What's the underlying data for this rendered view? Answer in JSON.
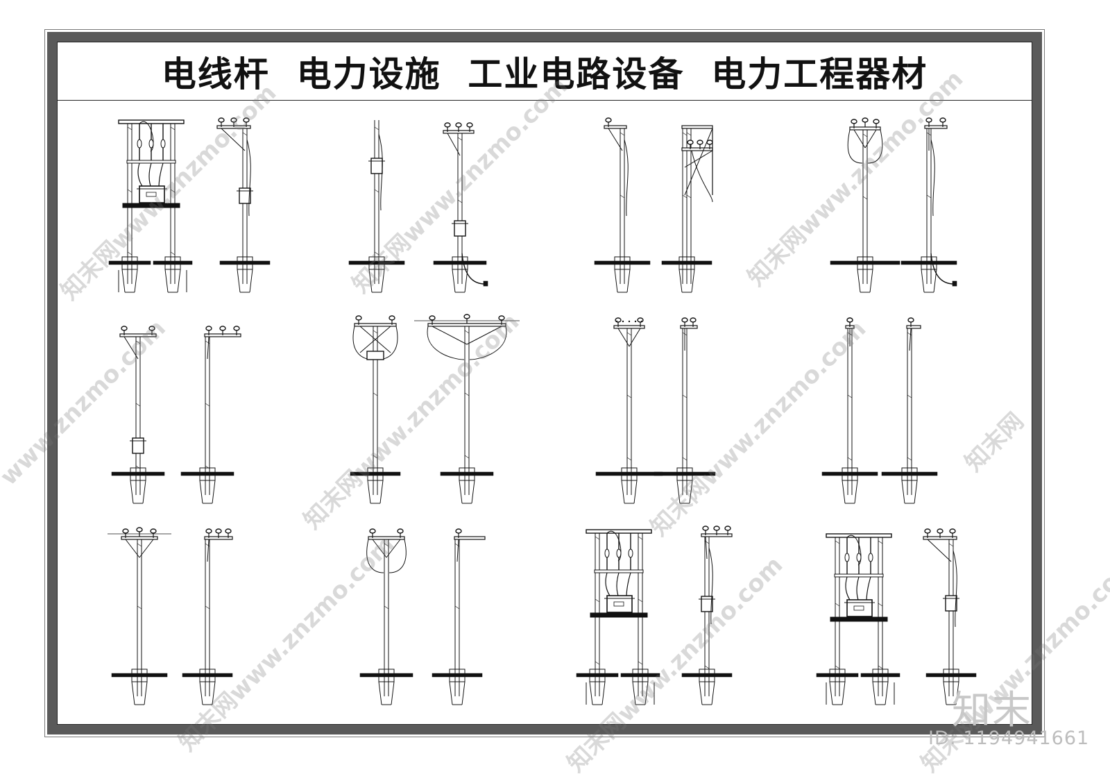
{
  "title": "电线杆  电力设施  工业电路设备  电力工程器材",
  "watermark": {
    "site": "www.znzmo.com",
    "brand": "知末网",
    "logo": "知末",
    "id_label": "ID: 1194941661",
    "color": "#999999"
  },
  "colors": {
    "frame": "#5a5a5a",
    "ink": "#111111",
    "paper": "#ffffff"
  }
}
